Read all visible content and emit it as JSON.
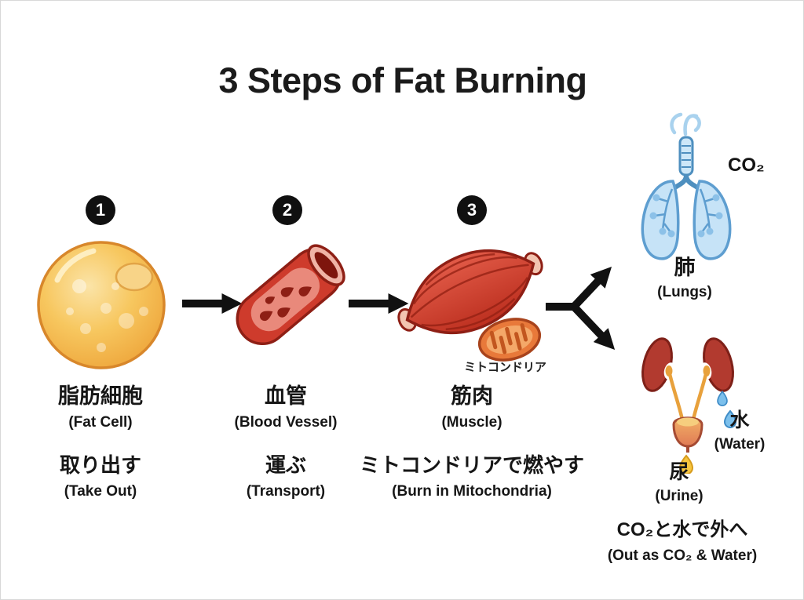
{
  "title": "3 Steps of Fat Burning",
  "steps": [
    {
      "number": "1",
      "name_jp": "脂肪細胞",
      "name_en": "(Fat Cell)",
      "action_jp": "取り出す",
      "action_en": "(Take Out)"
    },
    {
      "number": "2",
      "name_jp": "血管",
      "name_en": "(Blood Vessel)",
      "action_jp": "運ぶ",
      "action_en": "(Transport)"
    },
    {
      "number": "3",
      "name_jp": "筋肉",
      "name_en": "(Muscle)",
      "action_jp": "ミトコンドリアで燃やす",
      "action_en": "(Burn in Mitochondria)",
      "sublabel": "ミトコンドリア"
    }
  ],
  "outputs": {
    "co2_label": "CO₂",
    "lungs_jp": "肺",
    "lungs_en": "(Lungs)",
    "water_jp": "水",
    "water_en": "(Water)",
    "urine_jp": "尿",
    "urine_en": "(Urine)",
    "summary_jp": "CO₂と水で外へ",
    "summary_en": "(Out as CO₂ & Water)"
  },
  "illustrations": [
    "fat-cell-illustration",
    "blood-vessel-illustration",
    "muscle-illustration",
    "mitochondria-illustration",
    "lungs-illustration",
    "kidneys-bladder-illustration"
  ],
  "colors": {
    "fat_cell": "#F3B54C",
    "blood_vessel": "#CE3B2C",
    "muscle": "#D04432",
    "mitochondria": "#E8793A",
    "lungs": "#C6E3F7",
    "kidney": "#B23A2F",
    "water_drop": "#7CC0EC",
    "urine_drop": "#F6C53E",
    "arrow": "#111111",
    "badge": "#101010"
  }
}
